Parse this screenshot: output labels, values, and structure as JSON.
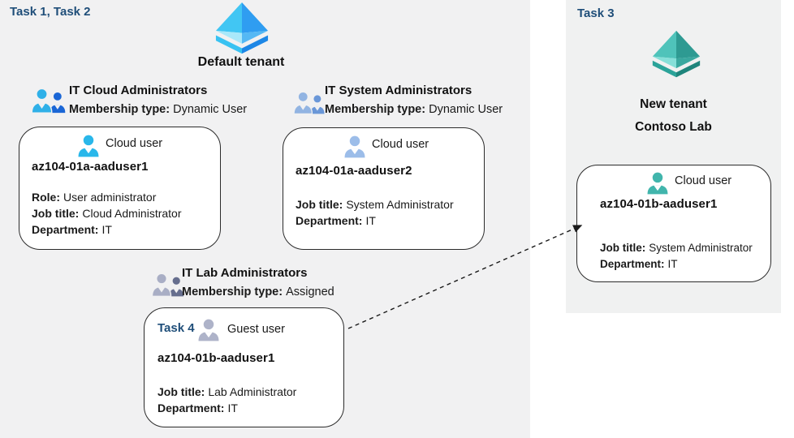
{
  "labels": {
    "task_1_2": "Task 1, Task 2",
    "task_3": "Task 3",
    "task_4": "Task 4"
  },
  "default_tenant": {
    "name": "Default tenant",
    "icon": "azure-tenant-icon-blue",
    "groups": [
      {
        "icon": "group-icon-blue",
        "title": "IT Cloud Administrators",
        "membership_label": "Membership type:",
        "membership_value": "Dynamic User"
      },
      {
        "icon": "group-icon-steel-blue",
        "title": "IT System Administrators",
        "membership_label": "Membership type:",
        "membership_value": "Dynamic User"
      },
      {
        "icon": "group-icon-gray",
        "title": "IT Lab Administrators",
        "membership_label": "Membership type:",
        "membership_value": "Assigned"
      }
    ],
    "users": [
      {
        "icon": "cloud-user-icon-cyan",
        "type_label": "Cloud user",
        "name": "az104-01a-aaduser1",
        "attr1_label": "Role:",
        "attr1_value": "User administrator",
        "attr2_label": "Job title:",
        "attr2_value": "Cloud Administrator",
        "attr3_label": "Department:",
        "attr3_value": "IT"
      },
      {
        "icon": "cloud-user-icon-light-blue",
        "type_label": "Cloud user",
        "name": "az104-01a-aaduser2",
        "attr1_label": "Job title:",
        "attr1_value": "System Administrator",
        "attr2_label": "Department:",
        "attr2_value": "IT"
      },
      {
        "icon": "guest-user-icon-gray",
        "type_label": "Guest user",
        "name": "az104-01b-aaduser1",
        "attr1_label": "Job title:",
        "attr1_value": "Lab Administrator",
        "attr2_label": "Department:",
        "attr2_value": "IT"
      }
    ]
  },
  "new_tenant": {
    "icon": "azure-tenant-icon-teal",
    "line1": "New tenant",
    "line2": "Contoso Lab",
    "user": {
      "icon": "cloud-user-icon-teal",
      "type_label": "Cloud user",
      "name": "az104-01b-aaduser1",
      "attr1_label": "Job title:",
      "attr1_value": "System Administrator",
      "attr2_label": "Department:",
      "attr2_value": "IT"
    }
  },
  "colors": {
    "task_label": "#1f4e79",
    "left_region_bg": "#f1f1f2",
    "panel_bg": "#f0f1f1",
    "card_border": "#2b2b2b",
    "user_cloud1": "#29b7ea",
    "user_cloud2": "#9cbde9",
    "user_guest": "#aeb3c9",
    "user_teal": "#41b5ac",
    "group_cloud_front": "#2fb0e8",
    "group_cloud_back": "#1a66d6",
    "group_system_front": "#92b4e2",
    "group_system_back": "#6a97d8",
    "group_lab_front": "#a9aec5",
    "group_lab_back": "#666e8e",
    "tenant_blue_tl": "#41c6f3",
    "tenant_blue_tr": "#2f9df1",
    "tenant_blue_bl": "#a9e8fa",
    "tenant_blue_br": "#55b8f4",
    "tenant_blue_band_l": "#38c2f2",
    "tenant_blue_band_r": "#1d87e6",
    "tenant_teal_tl": "#4fc3ba",
    "tenant_teal_tr": "#2e9a92",
    "tenant_teal_bl": "#86dfd8",
    "tenant_teal_br": "#3aa89f",
    "tenant_teal_band_l": "#2ba399",
    "tenant_teal_band_r": "#1f857c"
  }
}
